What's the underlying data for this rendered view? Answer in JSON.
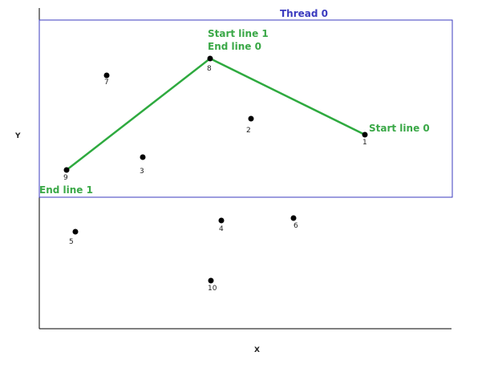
{
  "axes": {
    "x_label": "X",
    "y_label": "Y"
  },
  "thread": {
    "label": "Thread 0"
  },
  "annotations": {
    "start_line_1": "Start line 1",
    "end_line_0": "End line 0",
    "start_line_0": "Start line 0",
    "end_line_1": "End line 1"
  },
  "colors": {
    "thread": "#3b3bbf",
    "line": "#2eaa3f",
    "annotation": "#3aa847",
    "point": "#000000",
    "axis": "#000000"
  },
  "points": [
    "1",
    "2",
    "3",
    "4",
    "5",
    "6",
    "7",
    "8",
    "9",
    "10"
  ]
}
